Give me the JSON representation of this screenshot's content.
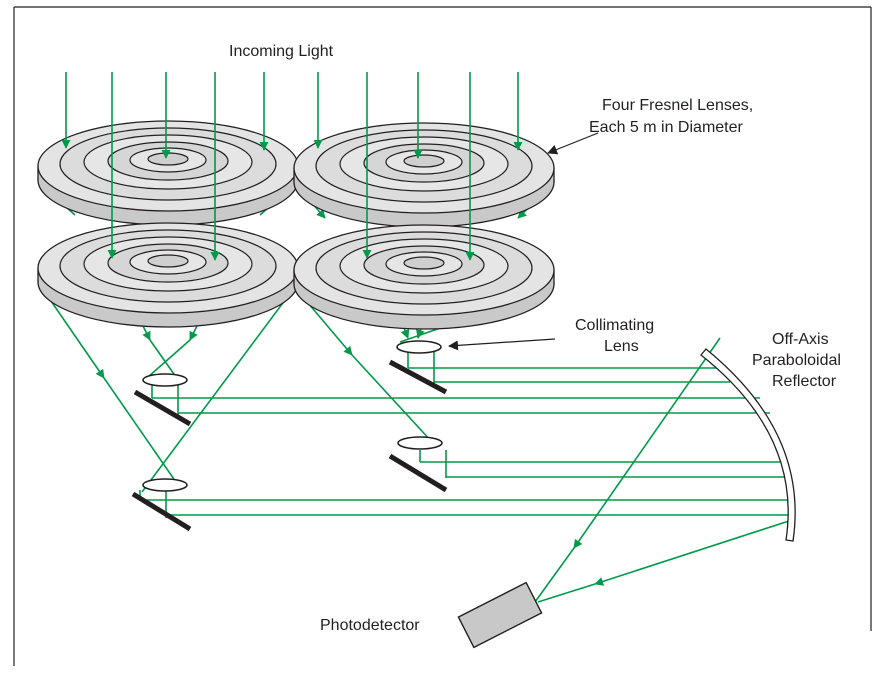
{
  "labels": {
    "incoming_light": "Incoming Light",
    "fresnel_line1": "Four Fresnel Lenses,",
    "fresnel_line2": "Each 5 m in Diameter",
    "collimating_line1": "Collimating",
    "collimating_line2": "Lens",
    "reflector_line1": "Off-Axis",
    "reflector_line2": "Paraboloidal",
    "reflector_line3": "Reflector",
    "photodetector": "Photodetector"
  },
  "colors": {
    "beam": "#009a49",
    "lens_fill": "#dcdcdc",
    "lens_stroke": "#231f20",
    "mirror": "#231f20",
    "detector_fill": "#c8c8c8",
    "frame": "#231f20"
  },
  "icons": {
    "fresnel_lens": "fresnel-lens-icon",
    "collimating_lens": "collimating-lens-icon",
    "flat_mirror": "flat-mirror-icon",
    "paraboloidal_reflector": "paraboloidal-reflector-icon",
    "photodetector": "photodetector-icon"
  }
}
